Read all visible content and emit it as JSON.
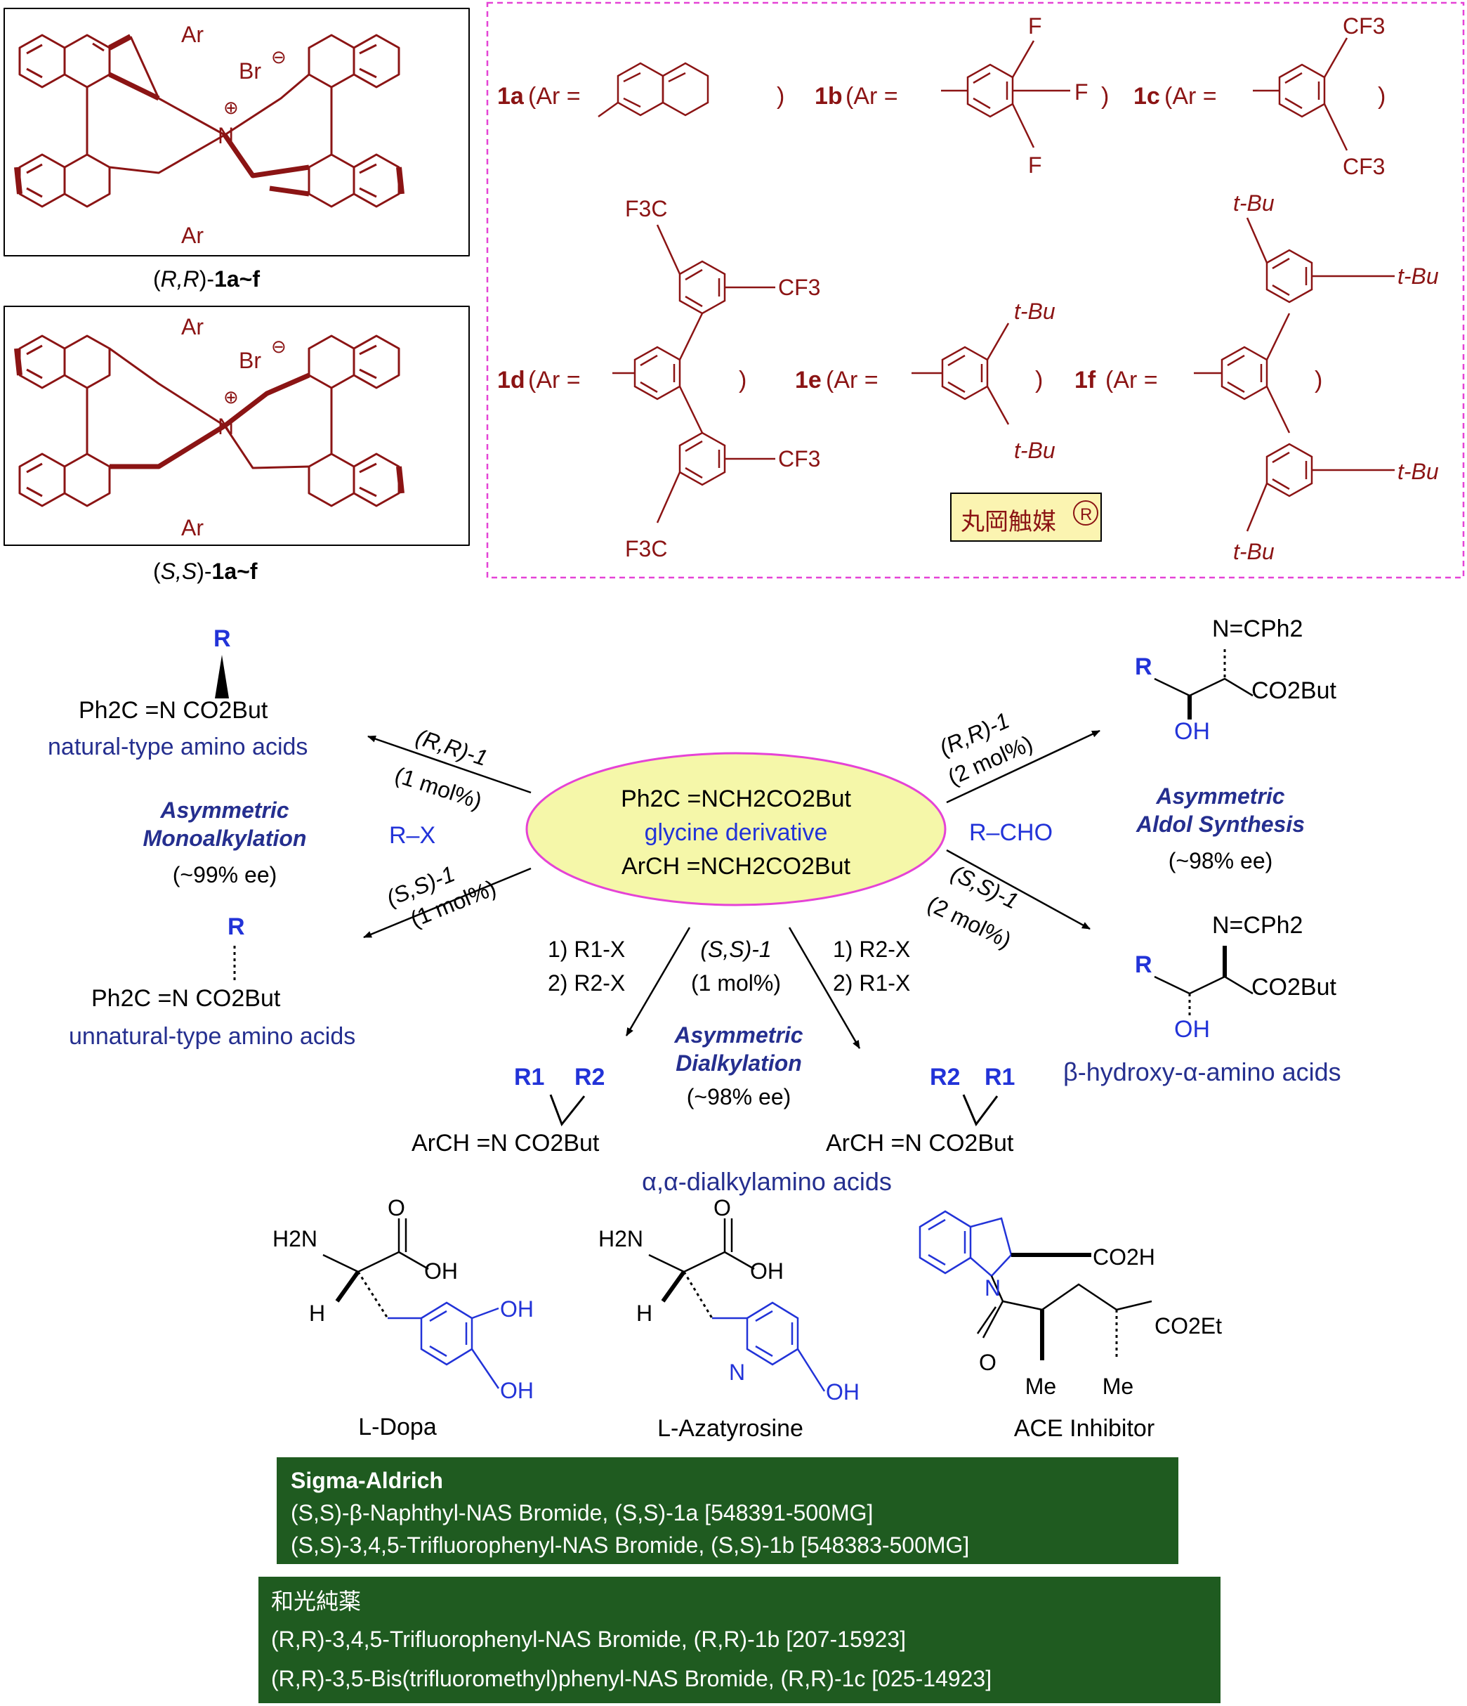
{
  "colors": {
    "catalyst": "#8b1414",
    "blue": "#2233d8",
    "navy": "#252f8f",
    "magenta": "#e543d6",
    "ellipse_fill": "#f5f7a9",
    "green_box": "#1f5b20",
    "logo_fill": "#fbf4b1"
  },
  "catalyst_top": {
    "label_pre": "(",
    "label_italic": "R,R",
    "label_mid": ")-",
    "label_bold": "1a~f",
    "ar_top": "Ar",
    "ar_bottom": "Ar",
    "counterion": "Br",
    "charge_minus": "⊖",
    "charge_plus": "⊕",
    "nitrogen": "N"
  },
  "catalyst_bottom": {
    "label_pre": "(",
    "label_italic": "S,S",
    "label_mid": ")-",
    "label_bold": "1a~f",
    "ar_top": "Ar",
    "ar_bottom": "Ar",
    "counterion": "Br",
    "charge_minus": "⊖",
    "charge_plus": "⊕",
    "nitrogen": "N"
  },
  "ar_box": {
    "paren_close": ")",
    "items": [
      {
        "id": "1a",
        "prefix": "(Ar =",
        "subs": []
      },
      {
        "id": "1b",
        "prefix": "(Ar =",
        "subs": [
          "F",
          "F",
          "F"
        ]
      },
      {
        "id": "1c",
        "prefix": "(Ar =",
        "subs": [
          "CF3",
          "CF3"
        ]
      },
      {
        "id": "1d",
        "prefix": "(Ar =",
        "subs": [
          "F3C",
          "CF3",
          "CF3",
          "F3C"
        ]
      },
      {
        "id": "1e",
        "prefix": "(Ar =",
        "subs": [
          "t-Bu",
          "t-Bu"
        ]
      },
      {
        "id": "1f",
        "prefix": "(Ar =",
        "subs": [
          "t-Bu",
          "t-Bu",
          "t-Bu",
          "t-Bu"
        ]
      }
    ],
    "logo_text": "丸岡触媒",
    "logo_mark": "R"
  },
  "center": {
    "line1": "Ph2C =NCH2CO2But",
    "line2": "glycine derivative",
    "line3": "ArCH =NCH2CO2But"
  },
  "left": {
    "natural": {
      "r": "R",
      "formula": "Ph2C =N  CO2But",
      "name": "natural-type amino acids"
    },
    "arrow_top": {
      "catalyst": "(R,R)-1",
      "loading": "(1 mol%)"
    },
    "title_line1": "Asymmetric",
    "title_line2": "Monoalkylation",
    "ee": "(~99% ee)",
    "reagent": "R–X",
    "arrow_bottom": {
      "catalyst": "(S,S)-1",
      "loading": "(1 mol%)"
    },
    "unnatural": {
      "r": "R",
      "formula": "Ph2C =N  CO2But",
      "name": "unnatural-type amino acids"
    }
  },
  "right": {
    "top_product": {
      "imine": "N=CPh2",
      "r": "R",
      "ester": "CO2But",
      "oh": "OH"
    },
    "arrow_top": {
      "catalyst": "(R,R)-1",
      "loading": "(2 mol%)"
    },
    "reagent": "R–CHO",
    "title_line1": "Asymmetric",
    "title_line2": "Aldol Synthesis",
    "ee": "(~98% ee)",
    "arrow_bottom": {
      "catalyst": "(S,S)-1",
      "loading": "(2 mol%)"
    },
    "bottom_product": {
      "imine": "N=CPh2",
      "r": "R",
      "ester": "CO2But",
      "oh": "OH"
    },
    "name": "β-hydroxy-α-amino acids"
  },
  "middle": {
    "left_steps": {
      "step1": "1) R1-X",
      "step2": "2) R2-X"
    },
    "catalyst": "(S,S)-1",
    "loading": "(1 mol%)",
    "right_steps": {
      "step1": "1) R2-X",
      "step2": "2) R1-X"
    },
    "title_line1": "Asymmetric",
    "title_line2": "Dialkylation",
    "ee": "(~98% ee)",
    "product_left": {
      "r_a": "R1",
      "r_b": "R2",
      "formula": "ArCH =N  CO2But"
    },
    "product_right": {
      "r_a": "R2",
      "r_b": "R1",
      "formula": "ArCH =N  CO2But"
    },
    "name": "α,α-dialkylamino acids"
  },
  "examples": [
    {
      "name": "L-Dopa",
      "labels": [
        "O",
        "H2N",
        "OH",
        "H",
        "OH",
        "OH"
      ]
    },
    {
      "name": "L-Azatyrosine",
      "labels": [
        "O",
        "H2N",
        "OH",
        "H",
        "N",
        "OH"
      ]
    },
    {
      "name": "ACE Inhibitor",
      "labels": [
        "CO2H",
        "N",
        "O",
        "CO2Et",
        "Me",
        "Me"
      ]
    }
  ],
  "suppliers": [
    {
      "heading": "Sigma-Aldrich",
      "lines": [
        "(S,S)-β-Naphthyl-NAS Bromide, (S,S)-1a [548391-500MG]",
        "(S,S)-3,4,5-Trifluorophenyl-NAS Bromide, (S,S)-1b [548383-500MG]"
      ]
    },
    {
      "heading": "和光純薬",
      "lines": [
        "(R,R)-3,4,5-Trifluorophenyl-NAS Bromide, (R,R)-1b [207-15923]",
        "(R,R)-3,5-Bis(trifluoromethyl)phenyl-NAS Bromide, (R,R)-1c [025-14923]"
      ]
    }
  ]
}
